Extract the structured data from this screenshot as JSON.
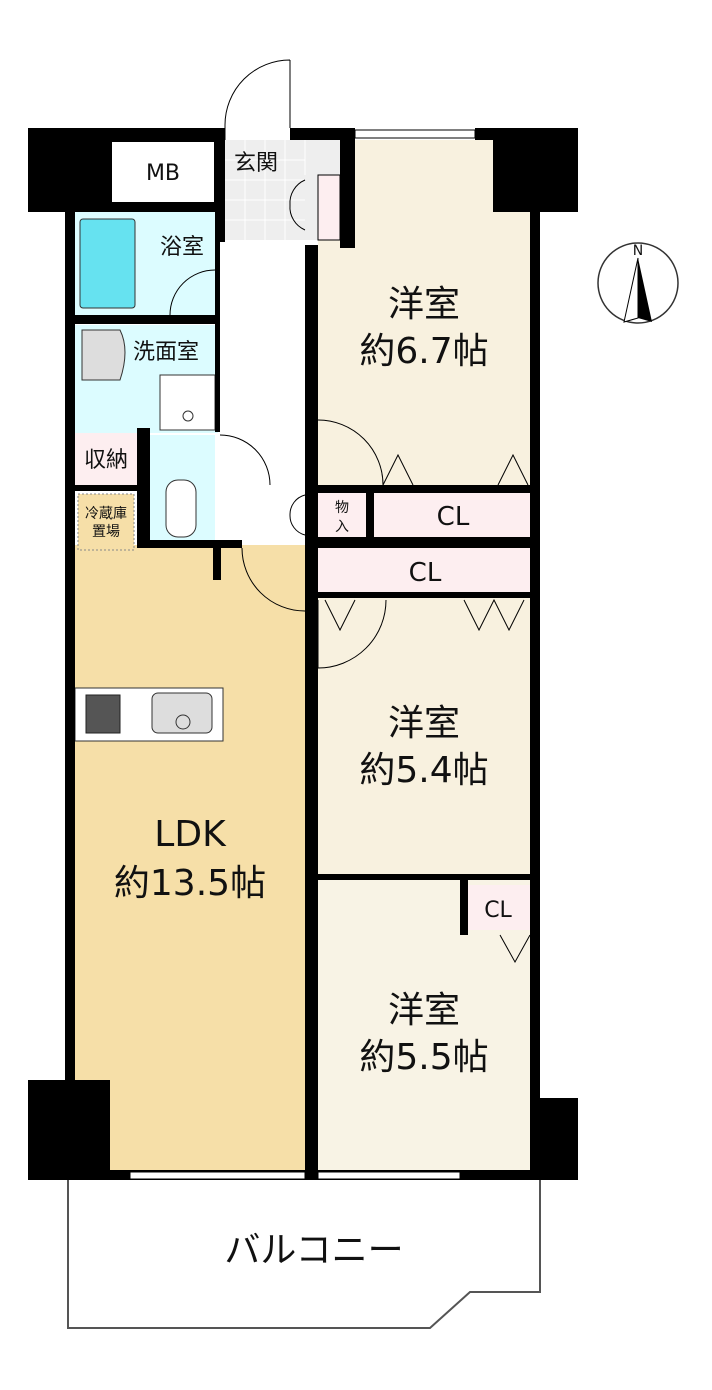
{
  "colors": {
    "wall": "#000000",
    "ldk": "#f6dfa8",
    "room": "#f8f1df",
    "room_light": "#f8f3e5",
    "closet": "#fdeef0",
    "wet": "#dcfcff",
    "tub": "#66e2f0",
    "genkan": "#eeeeee"
  },
  "rooms": {
    "mb": "MB",
    "genkan": "玄関",
    "bath": "浴室",
    "washroom": "洗面室",
    "storage": "収納",
    "fridge_line1": "冷蔵庫",
    "fridge_line2": "置場",
    "closet_small_line1": "物",
    "closet_small_line2": "入",
    "cl_1": "CL",
    "cl_2": "CL",
    "cl_3": "CL",
    "western1_name": "洋室",
    "western1_size": "約6.7帖",
    "western2_name": "洋室",
    "western2_size": "約5.4帖",
    "western3_name": "洋室",
    "western3_size": "約5.5帖",
    "ldk_name": "LDK",
    "ldk_size": "約13.5帖",
    "balcony": "バルコニー"
  },
  "compass": {
    "label": "N"
  }
}
